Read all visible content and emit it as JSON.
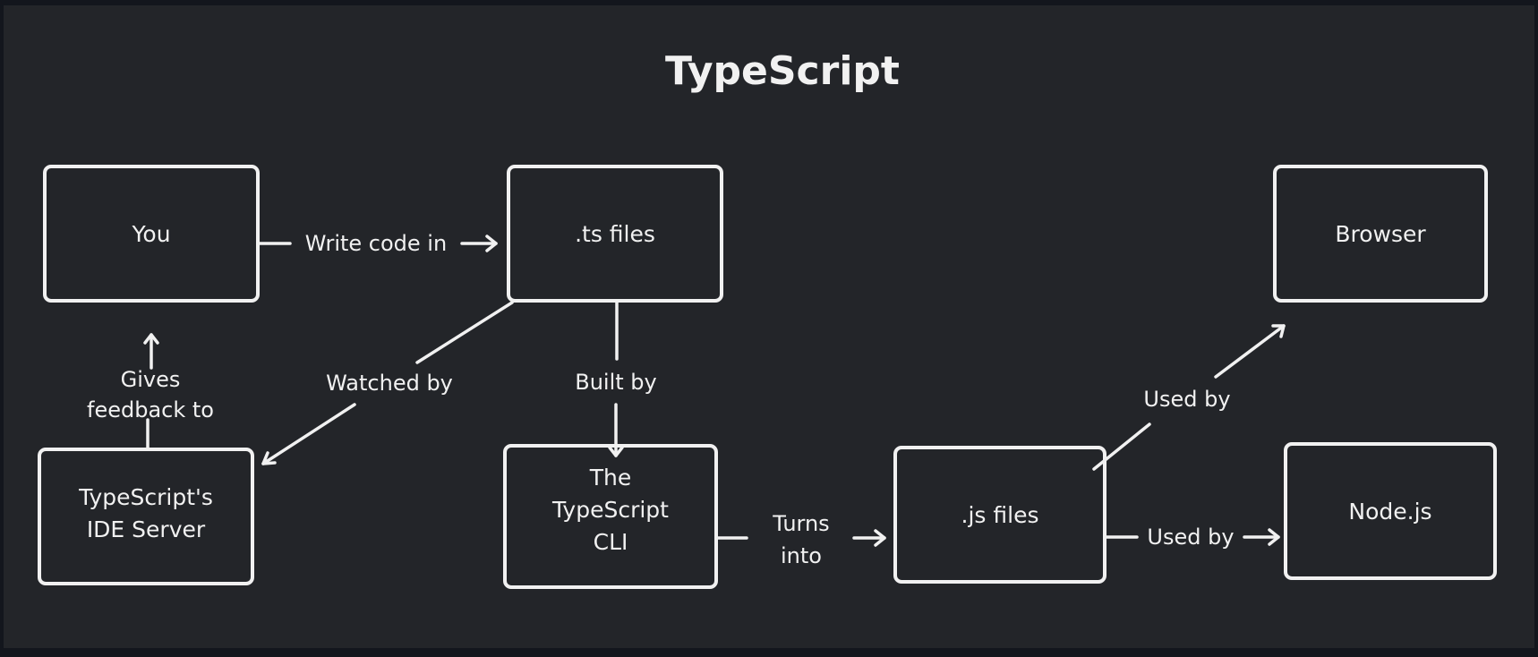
{
  "diagram": {
    "title": "TypeScript",
    "colors": {
      "canvas": "#232529",
      "frame": "#13161d",
      "stroke": "#f1f1f1",
      "text": "#f1f1f1"
    },
    "nodes": {
      "you": {
        "lines": [
          "You"
        ]
      },
      "ts_files": {
        "lines": [
          ".ts files"
        ]
      },
      "browser": {
        "lines": [
          "Browser"
        ]
      },
      "ide_server": {
        "lines": [
          "TypeScript's",
          "IDE Server"
        ]
      },
      "cli": {
        "lines": [
          "The",
          "TypeScript",
          "CLI"
        ]
      },
      "js_files": {
        "lines": [
          ".js files"
        ]
      },
      "nodejs": {
        "lines": [
          "Node.js"
        ]
      }
    },
    "edges": {
      "write_code_in": {
        "from": "you",
        "to": "ts_files",
        "lines": [
          "Write code in"
        ]
      },
      "watched_by": {
        "from": "ts_files",
        "to": "ide_server",
        "lines": [
          "Watched by"
        ]
      },
      "gives_feedback_to": {
        "from": "ide_server",
        "to": "you",
        "lines": [
          "Gives",
          "feedback to"
        ]
      },
      "built_by": {
        "from": "ts_files",
        "to": "cli",
        "lines": [
          "Built by"
        ]
      },
      "turns_into": {
        "from": "cli",
        "to": "js_files",
        "lines": [
          "Turns",
          "into"
        ]
      },
      "used_by_browser": {
        "from": "js_files",
        "to": "browser",
        "lines": [
          "Used by"
        ]
      },
      "used_by_node": {
        "from": "js_files",
        "to": "nodejs",
        "lines": [
          "Used by"
        ]
      }
    }
  }
}
